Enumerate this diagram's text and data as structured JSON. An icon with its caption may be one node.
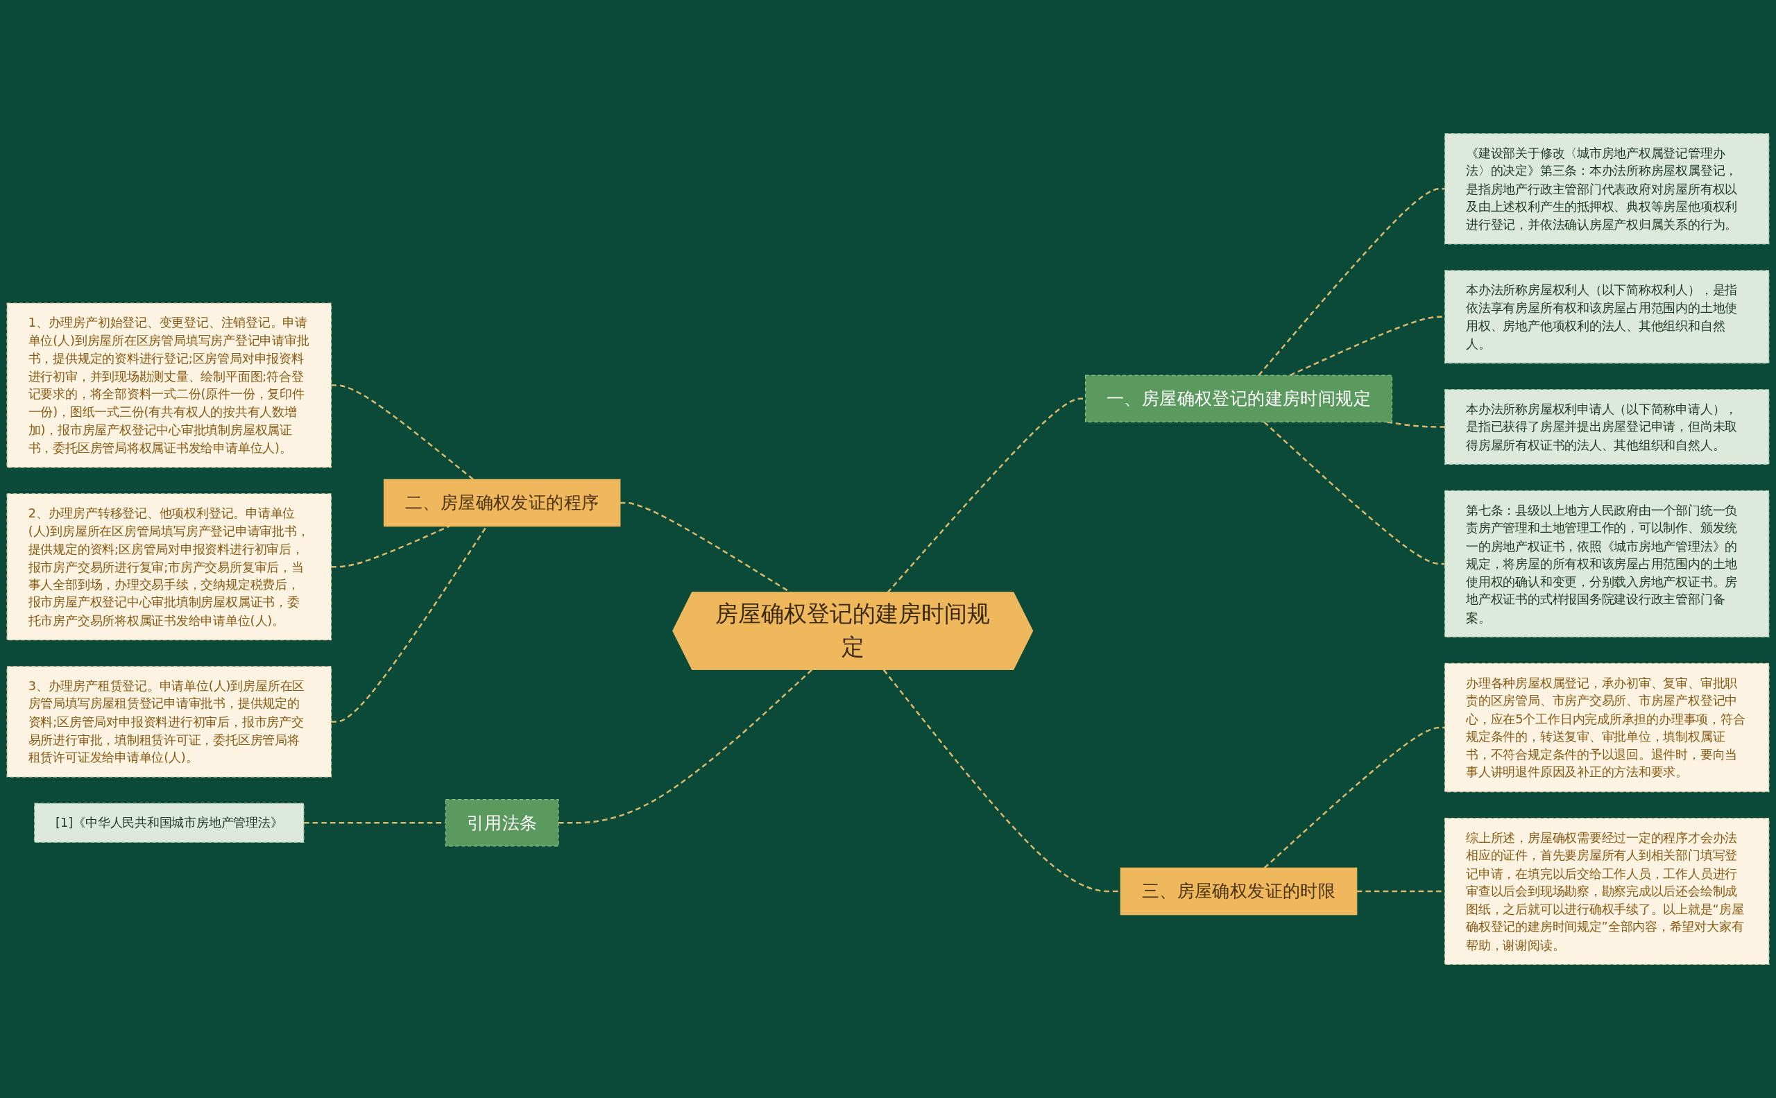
{
  "diagram": {
    "nodes": [
      {
        "text": [
          "房屋确权登记的建房时间规定"
        ]
      },
      {
        "text": [
          "一、房屋确权登记的建房时间规定"
        ]
      },
      {
        "text": [
          "《建设部关于修改〈城市房地产权属登记管理办法〉的决定》第三条：本办法所称房屋权属登记，是指房地产行政主管部门代表政府对房屋所有权以及由上述权利产生的抵押权、典权等房屋他项权利进行登记，并依法确认房屋产权归属关系的行为。"
        ]
      },
      {
        "text": [
          "本办法所称房屋权利人（以下简称权利人），是指依法享有房屋所有权和该房屋占用范围内的土地使用权、房地产他项权利的法人、其他组织和自然人。"
        ]
      },
      {
        "text": [
          "本办法所称房屋权利申请人（以下简称申请人），是指已获得了房屋并提出房屋登记申请，但尚未取得房屋所有权证书的法人、其他组织和自然人。"
        ]
      },
      {
        "text": [
          "第七条：县级以上地方人民政府由一个部门统一负责房产管理和土地管理工作的，可以制作、颁发统一的房地产权证书，依照《城市房地产管理法》的规定，将房屋的所有权和该房屋占用范围内的土地使用权的确认和变更，分别载入房地产权证书。房地产权证书的式样报国务院建设行政主管部门备案。"
        ]
      },
      {
        "text": [
          "三、房屋确权发证的时限"
        ]
      },
      {
        "text": [
          "办理各种房屋权属登记，承办初审、复审、审批职责的区房管局、市房产交易所、市房屋产权登记中心，应在5个工作日内完成所承担的办理事项，符合规定条件的，转送复审、审批单位，填制权属证书，不符合规定条件的予以退回。退件时，要向当事人讲明退件原因及补正的方法和要求。"
        ]
      },
      {
        "text": [
          "综上所述，房屋确权需要经过一定的程序才会办法相应的证件，首先要房屋所有人到相关部门填写登记申请，在填完以后交给工作人员，工作人员进行审查以后会到现场勘察，勘察完成以后还会绘制成图纸，之后就可以进行确权手续了。以上就是“房屋确权登记的建房时间规定”全部内容，希望对大家有帮助，谢谢阅读。"
        ]
      },
      {
        "text": [
          "二、房屋确权发证的程序"
        ]
      },
      {
        "text": [
          "1、办理房产初始登记、变更登记、注销登记。申请单位(人)到房屋所在区房管局填写房产登记申请审批书，提供规定的资料进行登记;区房管局对申报资料进行初审，并到现场勘测丈量、绘制平面图;符合登记要求的，将全部资料一式二份(原件一份，复印件一份)，图纸一式三份(有共有权人的按共有人数增加)，报市房屋产权登记中心审批填制房屋权属证书，委托区房管局将权属证书发给申请单位人)。"
        ]
      },
      {
        "text": [
          "2、办理房产转移登记、他项权利登记。申请单位(人)到房屋所在区房管局填写房产登记申请审批书，提供规定的资料;区房管局对申报资料进行初审后，报市房产交易所进行复审;市房产交易所复审后，当事人全部到场，办理交易手续，交纳规定税费后，报市房屋产权登记中心审批填制房屋权属证书，委托市房产交易所将权属证书发给申请单位(人)。"
        ]
      },
      {
        "text": [
          "3、办理房产租赁登记。申请单位(人)到房屋所在区房管局填写房屋租赁登记申请审批书，提供规定的资料;区房管局对申报资料进行初审后，报市房产交易所进行审批，填制租赁许可证，委托区房管局将租赁许可证发给申请单位(人)。"
        ]
      },
      {
        "text": [
          "引用法条"
        ]
      },
      {
        "text": [
          "[1]《中华人民共和国城市房地产管理法》"
        ]
      }
    ],
    "edges": [
      {
        "from": 0,
        "to": 1,
        "arrow": "none",
        "style": "dashed"
      },
      {
        "from": 1,
        "to": 2,
        "arrow": "none",
        "style": "dashed"
      },
      {
        "from": 1,
        "to": 3,
        "arrow": "none",
        "style": "dashed"
      },
      {
        "from": 1,
        "to": 4,
        "arrow": "none",
        "style": "dashed"
      },
      {
        "from": 1,
        "to": 5,
        "arrow": "none",
        "style": "dashed"
      },
      {
        "from": 0,
        "to": 6,
        "arrow": "none",
        "style": "dashed"
      },
      {
        "from": 6,
        "to": 7,
        "arrow": "none",
        "style": "dashed"
      },
      {
        "from": 6,
        "to": 8,
        "arrow": "none",
        "style": "dashed"
      },
      {
        "from": 10,
        "to": 9,
        "arrow": "none",
        "style": "dashed"
      },
      {
        "from": 11,
        "to": 9,
        "arrow": "none",
        "style": "dashed"
      },
      {
        "from": 12,
        "to": 9,
        "arrow": "none",
        "style": "dashed"
      },
      {
        "from": 9,
        "to": 0,
        "arrow": "none",
        "style": "dashed"
      },
      {
        "from": 14,
        "to": 13,
        "arrow": "none",
        "style": "dashed"
      },
      {
        "from": 13,
        "to": 0,
        "arrow": "none",
        "style": "dashed"
      }
    ]
  }
}
